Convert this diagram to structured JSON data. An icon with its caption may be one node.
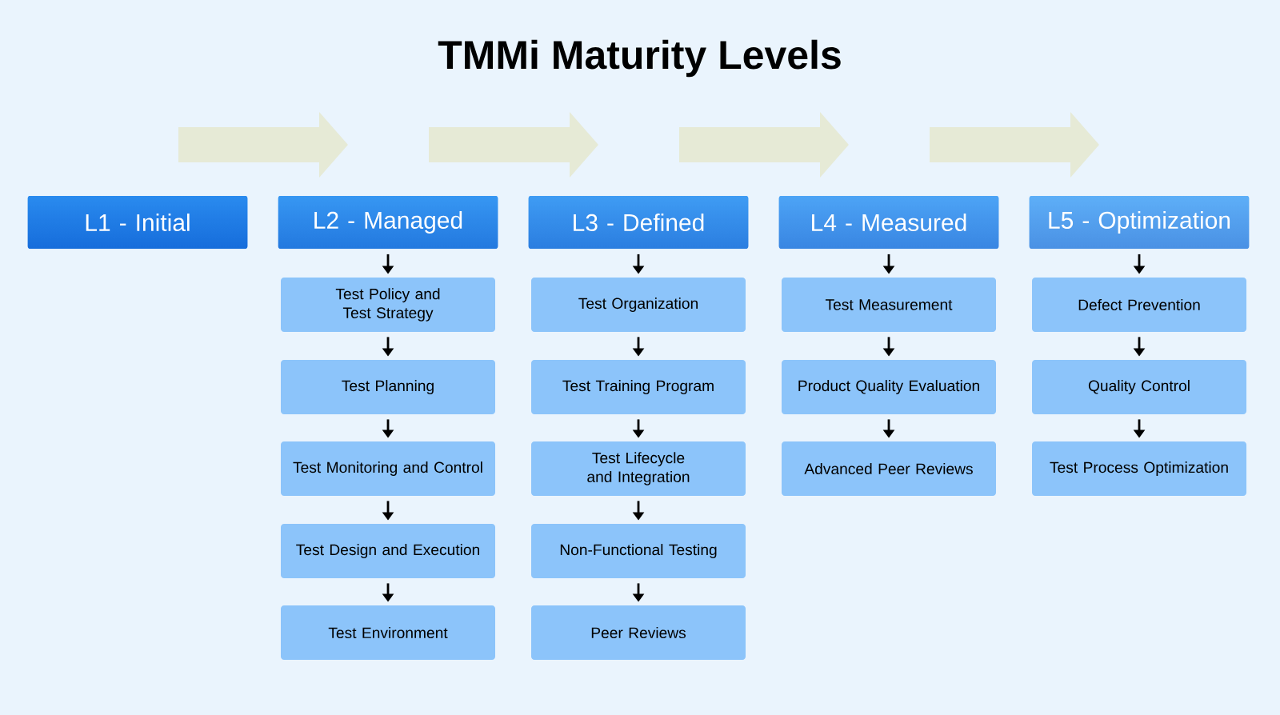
{
  "diagram": {
    "title": "TMMi Maturity Levels",
    "nodes": [
      {
        "text": [
          "L1 - Initial"
        ]
      },
      {
        "text": [
          "L2 - Managed"
        ]
      },
      {
        "text": [
          "L3 - Defined"
        ]
      },
      {
        "text": [
          "L4 - Measured"
        ]
      },
      {
        "text": [
          "L5 - Optimization"
        ]
      },
      {
        "text": [
          "Test Policy and Test Strategy"
        ]
      },
      {
        "text": [
          "Test Planning"
        ]
      },
      {
        "text": [
          "Test Monitoring and Control"
        ]
      },
      {
        "text": [
          "Test Design and Execution"
        ]
      },
      {
        "text": [
          "Test Environment"
        ]
      },
      {
        "text": [
          "Test Organization"
        ]
      },
      {
        "text": [
          "Test Training Program"
        ]
      },
      {
        "text": [
          "Test Lifecycle and Integration"
        ]
      },
      {
        "text": [
          "Non-Functional Testing"
        ]
      },
      {
        "text": [
          "Peer Reviews"
        ]
      },
      {
        "text": [
          "Test Measurement"
        ]
      },
      {
        "text": [
          "Product Quality Evaluation"
        ]
      },
      {
        "text": [
          "Advanced Peer Reviews"
        ]
      },
      {
        "text": [
          "Defect Prevention"
        ]
      },
      {
        "text": [
          "Quality Control"
        ]
      },
      {
        "text": [
          "Test Process Optimization"
        ]
      }
    ],
    "edges": [
      {
        "from": 0,
        "to": 1,
        "arrow": "to",
        "style": "thick",
        "color": "#e6ead6"
      },
      {
        "from": 1,
        "to": 2,
        "arrow": "to",
        "style": "thick",
        "color": "#e6ead6"
      },
      {
        "from": 2,
        "to": 3,
        "arrow": "to",
        "style": "thick",
        "color": "#e6ead6"
      },
      {
        "from": 3,
        "to": 4,
        "arrow": "to",
        "style": "thick",
        "color": "#e6ead6"
      },
      {
        "from": 1,
        "to": 5,
        "arrow": "to"
      },
      {
        "from": 5,
        "to": 6,
        "arrow": "to"
      },
      {
        "from": 6,
        "to": 7,
        "arrow": "to"
      },
      {
        "from": 7,
        "to": 8,
        "arrow": "to"
      },
      {
        "from": 8,
        "to": 9,
        "arrow": "to"
      },
      {
        "from": 2,
        "to": 10,
        "arrow": "to"
      },
      {
        "from": 10,
        "to": 11,
        "arrow": "to"
      },
      {
        "from": 11,
        "to": 12,
        "arrow": "to"
      },
      {
        "from": 12,
        "to": 13,
        "arrow": "to"
      },
      {
        "from": 13,
        "to": 14,
        "arrow": "to"
      },
      {
        "from": 3,
        "to": 15,
        "arrow": "to"
      },
      {
        "from": 15,
        "to": 16,
        "arrow": "to"
      },
      {
        "from": 16,
        "to": 17,
        "arrow": "to"
      },
      {
        "from": 4,
        "to": 18,
        "arrow": "to"
      },
      {
        "from": 18,
        "to": 19,
        "arrow": "to"
      },
      {
        "from": 19,
        "to": 20,
        "arrow": "to"
      }
    ]
  }
}
